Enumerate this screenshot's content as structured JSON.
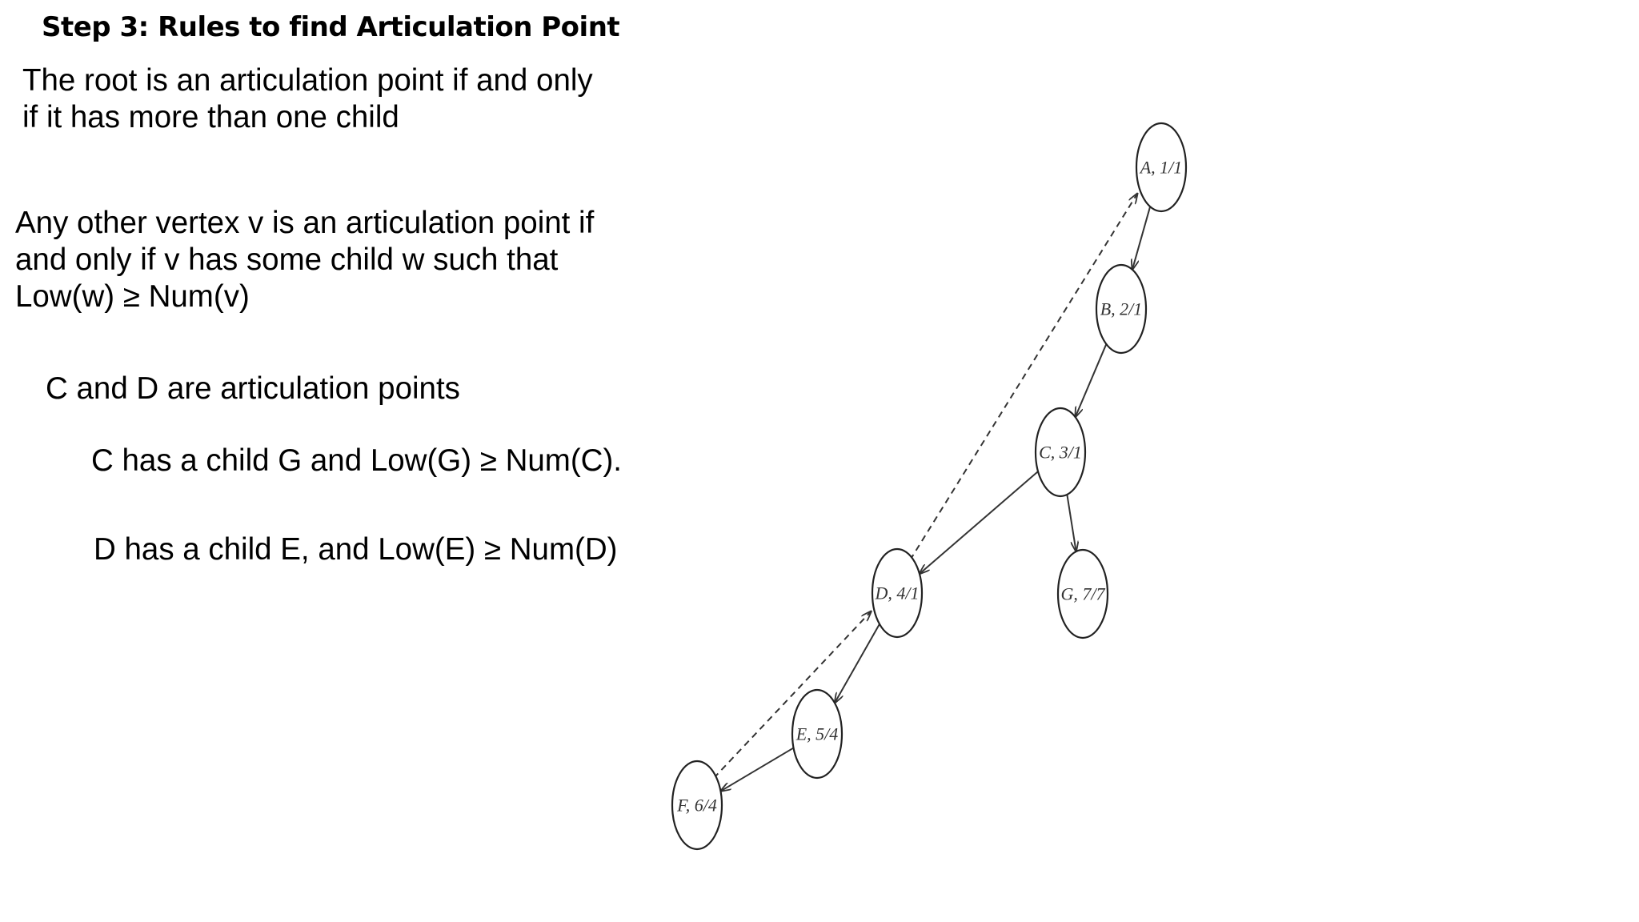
{
  "slide": {
    "title": "Step 3: Rules to find Articulation Point",
    "rule_root": [
      "The root is an articulation point if and only",
      "if it has more than one child"
    ],
    "rule_other": [
      "Any other vertex v is an articulation point if",
      "and only if v has some child w such that",
      "Low(w) ≥ Num(v)"
    ],
    "conclusion": "C and D are articulation points",
    "reason_c": "C has a child G and Low(G) ≥ Num(C).",
    "reason_d": "D has a child E, and Low(E) ≥ Num(D)"
  },
  "graph": {
    "nodes": [
      {
        "id": "A",
        "label": "A, 1/1"
      },
      {
        "id": "B",
        "label": "B, 2/1"
      },
      {
        "id": "C",
        "label": "C, 3/1"
      },
      {
        "id": "D",
        "label": "D, 4/1"
      },
      {
        "id": "E",
        "label": "E, 5/4"
      },
      {
        "id": "F",
        "label": "F, 6/4"
      },
      {
        "id": "G",
        "label": "G, 7/7"
      }
    ],
    "tree_edges": [
      {
        "from": "A",
        "to": "B"
      },
      {
        "from": "B",
        "to": "C"
      },
      {
        "from": "C",
        "to": "D"
      },
      {
        "from": "C",
        "to": "G"
      },
      {
        "from": "D",
        "to": "E"
      },
      {
        "from": "E",
        "to": "F"
      }
    ],
    "back_edges": [
      {
        "from": "D",
        "to": "A"
      },
      {
        "from": "F",
        "to": "D"
      }
    ]
  }
}
